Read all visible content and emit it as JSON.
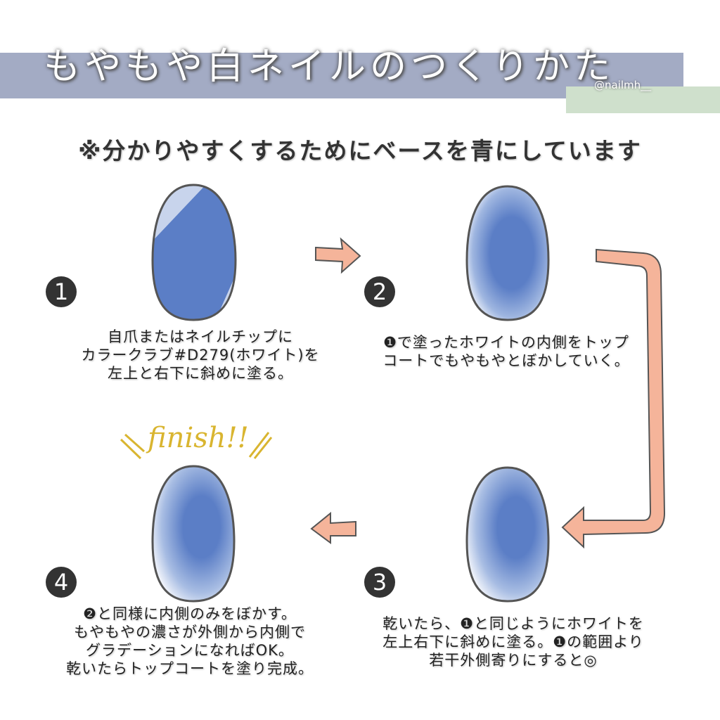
{
  "header": {
    "title": "もやもや白ネイルのつくりかた",
    "handle": "@nailmh__"
  },
  "subtitle": "※分かりやすくするためにベースを青にしています",
  "finish_label": "finish!!",
  "watermark": "@nailmh__",
  "steps": [
    {
      "number": "1",
      "lines": [
        "自爪またはネイルチップに",
        "カラークラブ#D279(ホワイト)を",
        "左上と右下に斜めに塗る。"
      ]
    },
    {
      "number": "2",
      "lines": [
        "❶で塗ったホワイトの内側をトップ",
        "コートでもやもやとぼかしていく。"
      ]
    },
    {
      "number": "3",
      "lines": [
        "乾いたら、❶と同じようにホワイトを",
        "左上右下に斜めに塗る。❶の範囲より",
        "若干外側寄りにすると◎"
      ]
    },
    {
      "number": "4",
      "lines": [
        "❷と同様に内側のみをぼかす。",
        "もやもやの濃さが外側から内側で",
        "グラデーションになればOK。",
        "乾いたらトップコートを塗り完成。"
      ]
    }
  ],
  "colors": {
    "band": "#a3abc4",
    "green": "#cfe0cc",
    "nail": "#5b7ec6",
    "arrow": "#f5b49a",
    "finish": "#d9b530"
  }
}
